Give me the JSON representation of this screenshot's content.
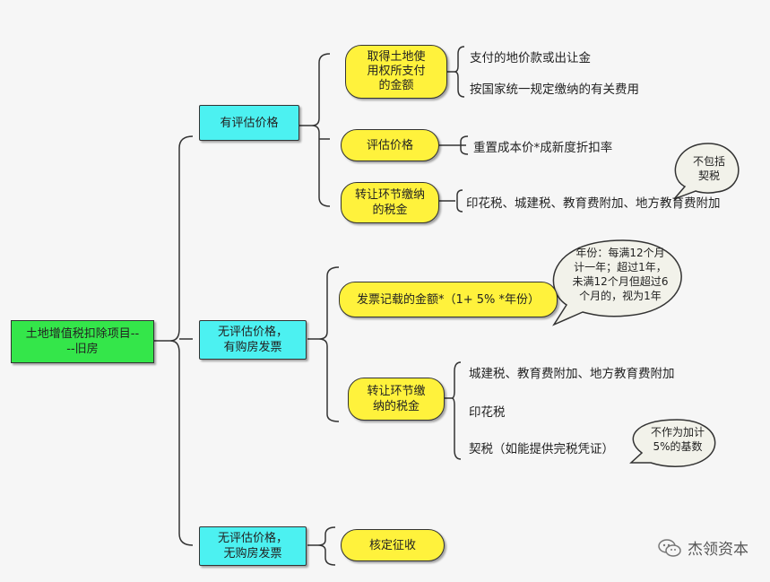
{
  "root": {
    "label": "土地增值税扣除项目--\n--旧房"
  },
  "branches": [
    {
      "label": "有评估价格",
      "items": [
        {
          "label": "取得土地使\n用权所支付\n的金额",
          "leaves": [
            "支付的地价款或出让金",
            "按国家统一规定缴纳的有关费用"
          ]
        },
        {
          "label": "评估价格",
          "leaves": [
            "重置成本价*成新度折扣率"
          ]
        },
        {
          "label": "转让环节缴纳\n的税金",
          "leaves": [
            "印花税、城建税、教育费附加、地方教育费附加"
          ],
          "note": "不包括\n契税"
        }
      ]
    },
    {
      "label": "无评估价格，\n有购房发票",
      "items": [
        {
          "label": "发票记载的金额*（1+ 5% *年份）",
          "leaves": [],
          "note": "年份：每满12个月\n计一年；超过1年，\n未满12个月但超过6\n个月的，视为1年"
        },
        {
          "label": "转让环节缴\n纳的税金",
          "leaves": [
            "城建税、教育费附加、地方教育费附加",
            "印花税",
            "契税（如能提供完税凭证）"
          ],
          "note": "不作为加计\n5%的基数"
        }
      ]
    },
    {
      "label": "无评估价格，\n无购房发票",
      "items": [
        {
          "label": "核定征收",
          "leaves": []
        }
      ]
    }
  ],
  "watermark": {
    "text": "杰领资本"
  },
  "colors": {
    "root": "#34e64a",
    "branch": "#4cf1f1",
    "item": "#fff23c",
    "bubble": "#f0f0e8"
  }
}
